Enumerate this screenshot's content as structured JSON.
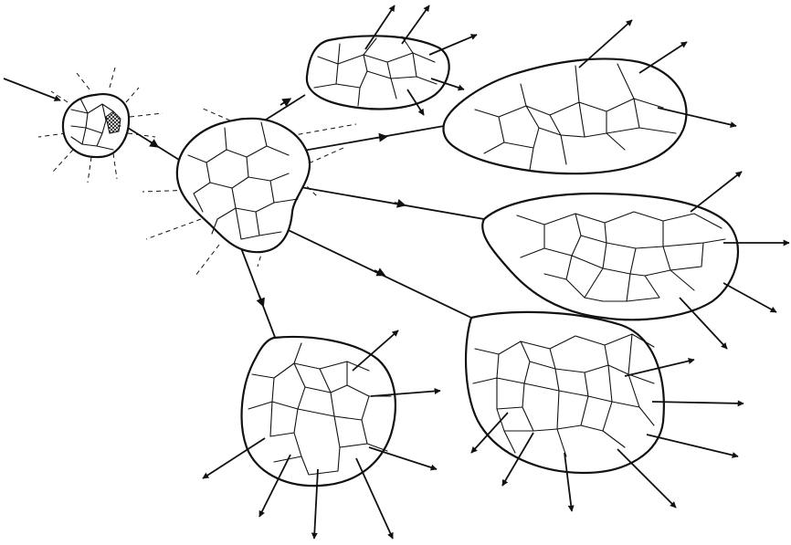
{
  "diagram": {
    "kind": "branching network of patch clusters with directional arrows",
    "colors": {
      "ink": "#111111",
      "background": "#ffffff"
    },
    "clusters": [
      {
        "id": "seed",
        "stippled": true
      },
      {
        "id": "hub"
      },
      {
        "id": "upper-small"
      },
      {
        "id": "upper-large"
      },
      {
        "id": "middle-right"
      },
      {
        "id": "lower-left"
      },
      {
        "id": "lower-right"
      }
    ],
    "connections": [
      {
        "from": "external",
        "to": "seed"
      },
      {
        "from": "seed",
        "to": "hub"
      },
      {
        "from": "hub",
        "to": "upper-small"
      },
      {
        "from": "hub",
        "to": "upper-large"
      },
      {
        "from": "hub",
        "to": "middle-right"
      },
      {
        "from": "hub",
        "to": "lower-right"
      },
      {
        "from": "hub",
        "to": "lower-left"
      }
    ]
  }
}
